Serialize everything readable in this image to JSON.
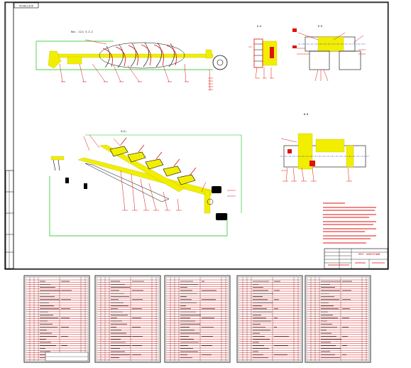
{
  "drawing": {
    "corner_stamp": "∀ΞΙΑΞΞΙΞ∀",
    "view_labels": {
      "view_a": "A-A",
      "view_b": "Б-Б",
      "view_c": "В-В",
      "callout_top": "Поз. 1(2) 5.2.2",
      "callout_plan": "5(2)"
    },
    "title_block": {
      "heading": "ПЛУГ ОБОРОТНЫЙ"
    },
    "notes_count": 8,
    "spec_sheet_count": 5
  },
  "colors": {
    "frame": "#000000",
    "yellow": "#f2ee00",
    "red": "#e01010",
    "green": "#10c010",
    "blue": "#3030e0",
    "magenta": "#d000d0"
  }
}
